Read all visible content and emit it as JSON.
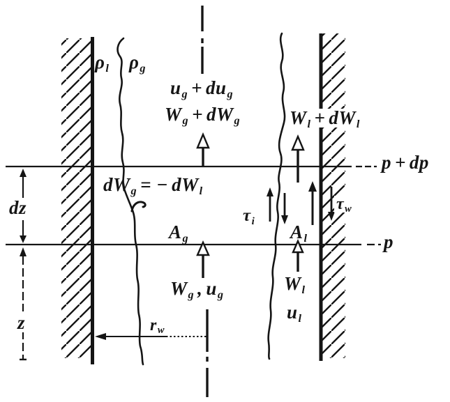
{
  "colors": {
    "ink": "#151515",
    "paper": "#ffffff"
  },
  "labels": {
    "rho_l": {
      "p1": "ρ",
      "s1": "l"
    },
    "rho_g": {
      "p1": "ρ",
      "s1": "g"
    },
    "ug_dug": {
      "p1": "u",
      "s1": "g",
      "p2": "+",
      "p3": "du",
      "s2": "g"
    },
    "wg_dwg": {
      "p1": "W",
      "s1": "g",
      "p2": "+",
      "p3": "dW",
      "s2": "g"
    },
    "wl_dwl": {
      "p1": "W",
      "s1": "l",
      "p2": "+",
      "p3": "dW",
      "s2": "l"
    },
    "p_dp": {
      "p1": "p",
      "p2": "+",
      "p3": "dp"
    },
    "dwg_dwl": {
      "p1": "dW",
      "s1": "g",
      "p2": "= −",
      "p3": "dW",
      "s2": "l"
    },
    "dz": {
      "p1": "dz"
    },
    "tau_i": {
      "p1": "τ",
      "s1": "i"
    },
    "tau_w": {
      "p1": "τ",
      "s1": "w"
    },
    "a_g": {
      "p1": "A",
      "s1": "g"
    },
    "a_l": {
      "p1": "A",
      "s1": "l"
    },
    "p": {
      "p1": "p"
    },
    "wg_ug": {
      "p1": "W",
      "s1": "g",
      "p2": ",",
      "p3": "u",
      "s2": "g"
    },
    "w_l": {
      "p1": "W",
      "s1": "l"
    },
    "u_l": {
      "p1": "u",
      "s1": "l"
    },
    "z": {
      "p1": "z"
    },
    "r_w": {
      "p1": "r",
      "s1": "w"
    }
  }
}
